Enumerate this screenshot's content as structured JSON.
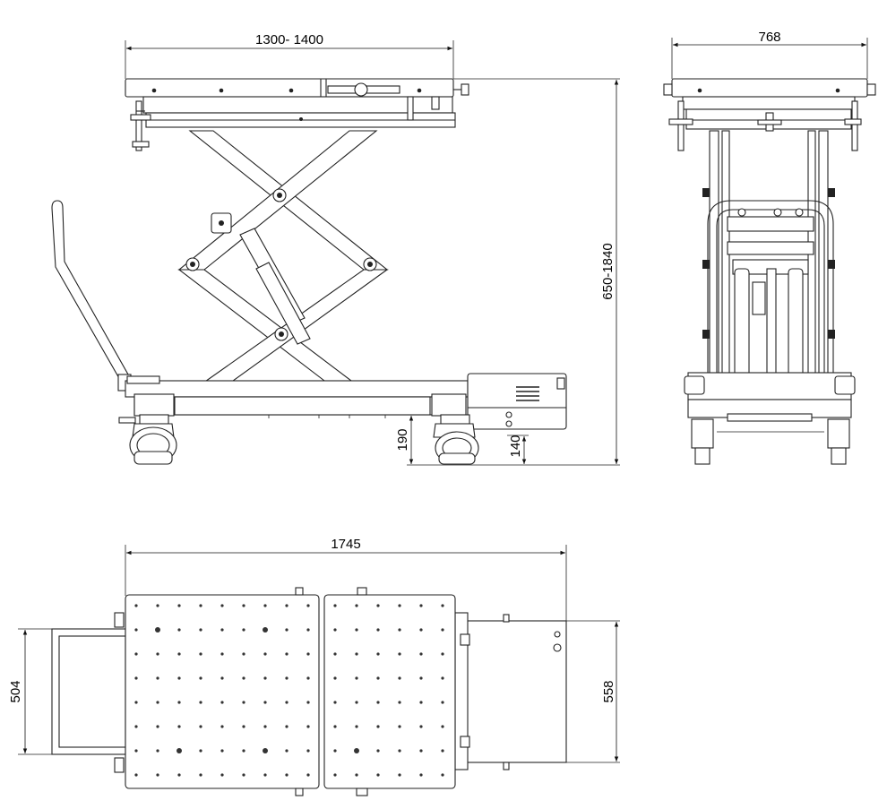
{
  "dimensions": {
    "side_width": "1300- 1400",
    "side_height": "650-1840",
    "clearance_front": "190",
    "clearance_rear": "140",
    "end_width": "768",
    "top_length": "1745",
    "handle_width": "504",
    "motor_width": "558"
  }
}
